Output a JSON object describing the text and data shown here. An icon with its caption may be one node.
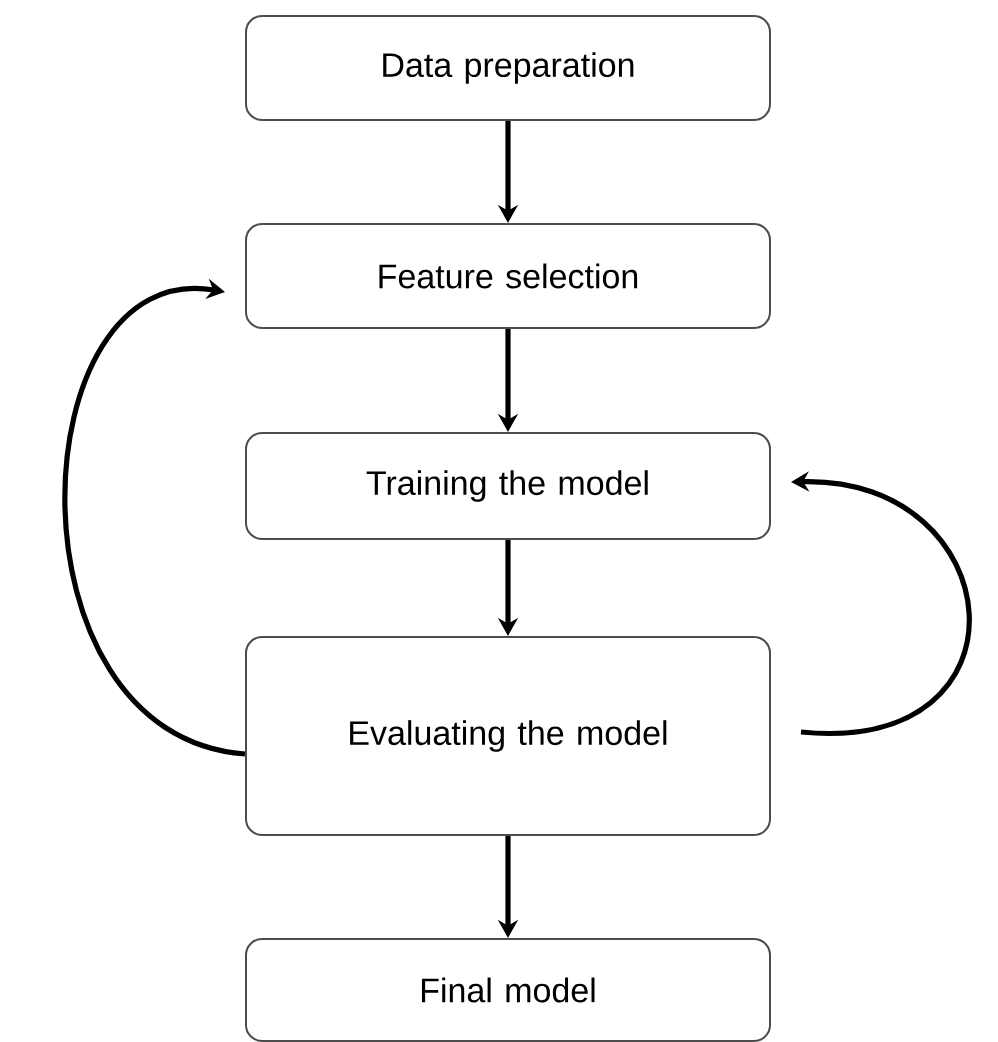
{
  "diagram": {
    "nodes": [
      {
        "text": [
          "Data preparation"
        ]
      },
      {
        "text": [
          "Feature selection"
        ]
      },
      {
        "text": [
          "Training the model"
        ]
      },
      {
        "text": [
          "Evaluating the model"
        ]
      },
      {
        "text": [
          "Final model"
        ]
      }
    ],
    "edges": [
      {
        "from": 0,
        "to": 1,
        "arrow": "to"
      },
      {
        "from": 1,
        "to": 2,
        "arrow": "to"
      },
      {
        "from": 2,
        "to": 3,
        "arrow": "to"
      },
      {
        "from": 3,
        "to": 4,
        "arrow": "to"
      },
      {
        "from": 3,
        "to": 1,
        "arrow": "to"
      },
      {
        "from": 3,
        "to": 2,
        "arrow": "to"
      }
    ]
  }
}
